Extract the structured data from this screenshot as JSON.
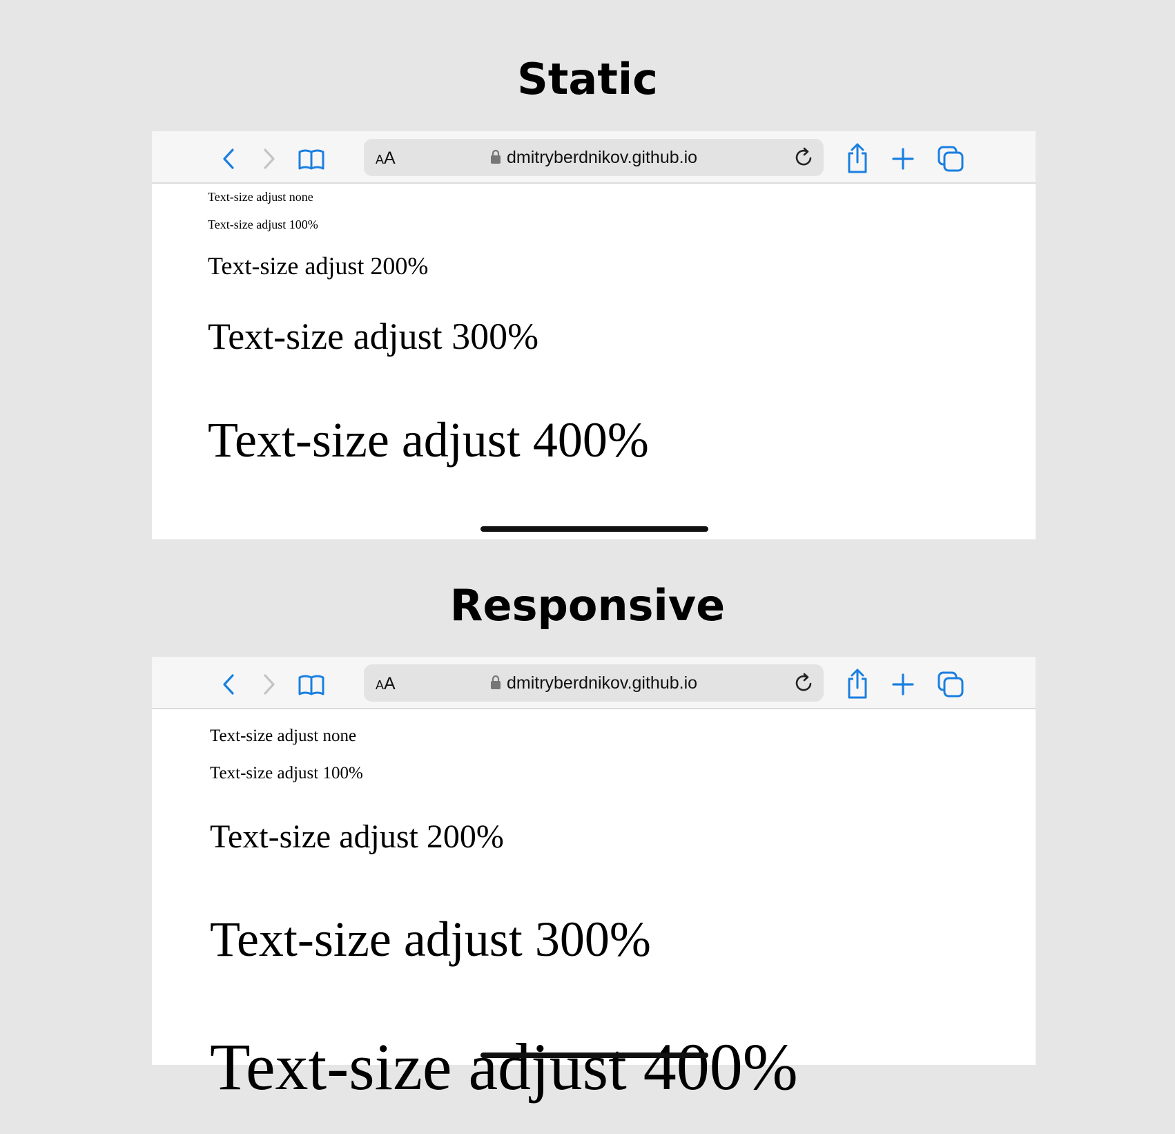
{
  "sections": [
    {
      "title": "Static",
      "address_bar": {
        "reader_small": "A",
        "reader_big": "A",
        "url": "dmitryberdnikov.github.io"
      },
      "lines": [
        "Text-size adjust none",
        "Text-size adjust 100%",
        "Text-size adjust 200%",
        "Text-size adjust 300%",
        "Text-size adjust 400%"
      ]
    },
    {
      "title": "Responsive",
      "address_bar": {
        "reader_small": "A",
        "reader_big": "A",
        "url": "dmitryberdnikov.github.io"
      },
      "lines": [
        "Text-size adjust none",
        "Text-size adjust 100%",
        "Text-size adjust 200%",
        "Text-size adjust 300%",
        "Text-size adjust 400%"
      ]
    }
  ],
  "colors": {
    "accent": "#1a7fe0",
    "disabled": "#c4c4c4",
    "background": "#e6e6e6",
    "toolbar": "#f6f6f6",
    "urlbar": "#e3e3e3"
  },
  "toolbar_icons": [
    "back-chevron-icon",
    "forward-chevron-icon",
    "bookmarks-book-icon",
    "lock-icon",
    "reload-icon",
    "share-icon",
    "new-tab-plus-icon",
    "tabs-overview-icon"
  ]
}
